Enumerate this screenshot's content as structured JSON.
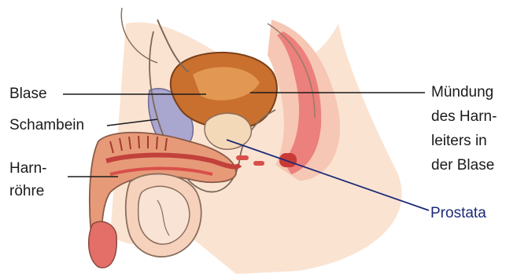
{
  "labels": {
    "blase": "Blase",
    "schambein": "Schambein",
    "harnroehre_1": "Harn-",
    "harnroehre_2": "röhre",
    "muendung_1": "Mündung",
    "muendung_2": "des Harn-",
    "muendung_3": "leiters in",
    "muendung_4": "der Blase",
    "prostata": "Prostata"
  },
  "colors": {
    "flesh": "#f3c3a4",
    "flesh_dark": "#e79a78",
    "organ_red": "#d94f4a",
    "bladder": "#c9702e",
    "bladder_light": "#e9a25c",
    "bone": "#a9a6cf",
    "leader_line": "#1a1a1a",
    "prostata_line": "#1b2a78"
  }
}
